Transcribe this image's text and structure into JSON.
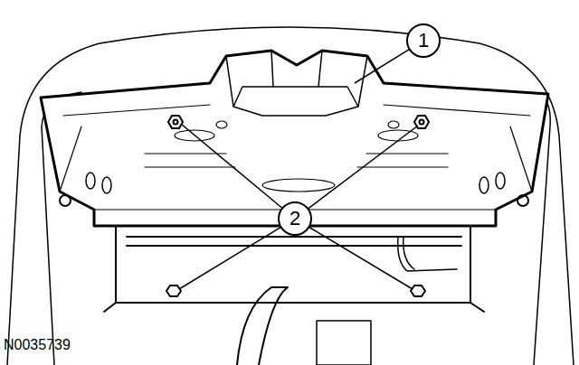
{
  "diagram": {
    "labels": [
      "1",
      "2",
      "N0035739"
    ]
  }
}
